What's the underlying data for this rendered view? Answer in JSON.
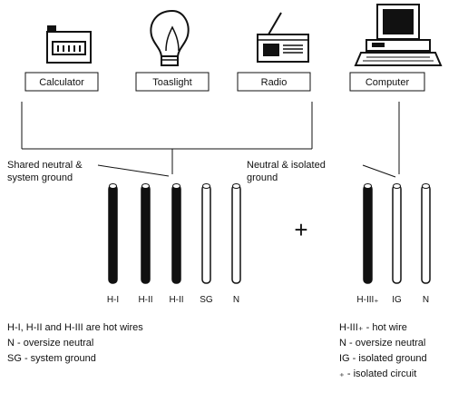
{
  "devices": [
    {
      "label": "Calculator",
      "icon": "calculator-icon"
    },
    {
      "label": "Toaslight",
      "icon": "lightbulb-icon"
    },
    {
      "label": "Radio",
      "icon": "radio-icon"
    },
    {
      "label": "Computer",
      "icon": "computer-icon"
    }
  ],
  "callouts": {
    "shared_line1": "Shared neutral &",
    "shared_line2": "system ground",
    "isolated_line1": "Neutral & isolated",
    "isolated_line2": "ground"
  },
  "plus_sign": "+",
  "left_wires": [
    {
      "label": "H-I",
      "color": "#111111"
    },
    {
      "label": "H-II",
      "color": "#111111"
    },
    {
      "label": "H-II",
      "color": "#111111"
    },
    {
      "label": "SG",
      "color": "#ffffff"
    },
    {
      "label": "N",
      "color": "#ffffff"
    }
  ],
  "right_wires": [
    {
      "label": "H-III₊",
      "color": "#111111"
    },
    {
      "label": "IG",
      "color": "#ffffff"
    },
    {
      "label": "N",
      "color": "#ffffff"
    }
  ],
  "left_legend": [
    "H-I, H-II and H-III are hot wires",
    "N - oversize neutral",
    "SG - system ground"
  ],
  "right_legend": [
    "H-III₊ - hot wire",
    "N - oversize neutral",
    "IG - isolated ground",
    "₊ - isolated circuit"
  ]
}
